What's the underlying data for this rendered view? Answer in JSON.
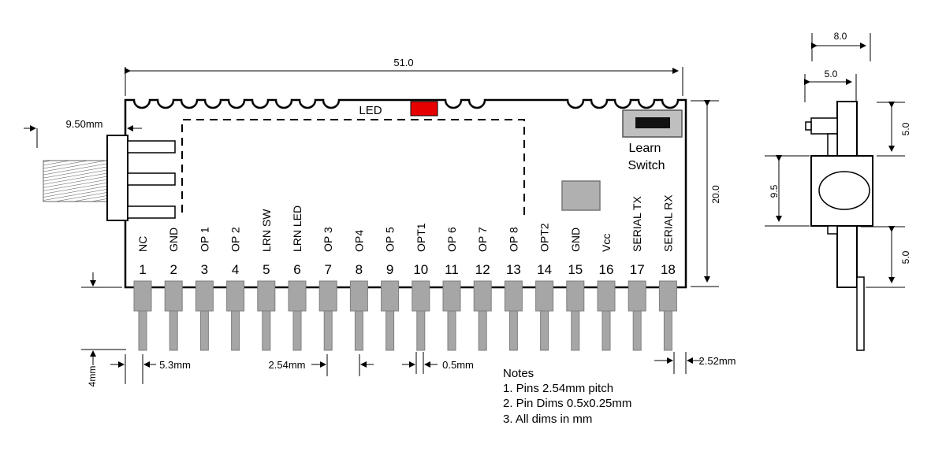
{
  "dims": {
    "length": "51.0",
    "height": "20.0",
    "antenna_offset": "9.50mm",
    "side_width": "8.0",
    "side_inner": "5.0",
    "side_top": "5.0",
    "side_mid": "9.5",
    "side_bottom": "5.0",
    "pin_length": "4mm",
    "first_pin": "5.3mm",
    "pitch": "2.54mm",
    "pin_width": "0.5mm",
    "last_pin": "2.52mm"
  },
  "labels": {
    "led": "LED",
    "learn_switch_line1": "Learn",
    "learn_switch_line2": "Switch"
  },
  "pins": [
    {
      "num": "1",
      "name": "NC"
    },
    {
      "num": "2",
      "name": "GND"
    },
    {
      "num": "3",
      "name": "OP 1"
    },
    {
      "num": "4",
      "name": "OP 2"
    },
    {
      "num": "5",
      "name": "LRN SW"
    },
    {
      "num": "6",
      "name": "LRN LED"
    },
    {
      "num": "7",
      "name": "OP 3"
    },
    {
      "num": "8",
      "name": "OP4"
    },
    {
      "num": "9",
      "name": "OP 5"
    },
    {
      "num": "10",
      "name": "OPT1"
    },
    {
      "num": "11",
      "name": "OP 6"
    },
    {
      "num": "12",
      "name": "OP 7"
    },
    {
      "num": "13",
      "name": "OP 8"
    },
    {
      "num": "14",
      "name": "OPT2"
    },
    {
      "num": "15",
      "name": "GND"
    },
    {
      "num": "16",
      "name": "Vcc"
    },
    {
      "num": "17",
      "name": "SERIAL TX"
    },
    {
      "num": "18",
      "name": "SERIAL RX"
    }
  ],
  "notes": {
    "title": "Notes",
    "items": [
      "1. Pins 2.54mm pitch",
      "2. Pin Dims 0.5x0.25mm",
      "3. All dims in mm"
    ]
  },
  "colors": {
    "led": "#e60000",
    "pin": "#a6a6a6",
    "pin_stroke": "#7f7f7f",
    "switch_body": "#bfbfbf",
    "component": "#b0b0b0"
  }
}
